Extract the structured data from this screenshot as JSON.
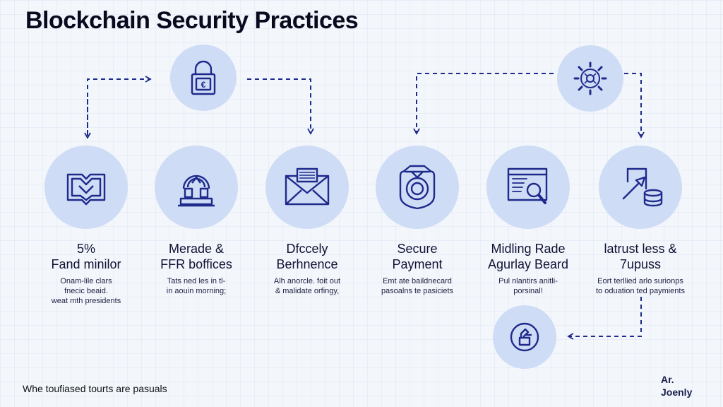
{
  "title": "Blockchain Security Practices",
  "colors": {
    "accent": "#1e2a8c",
    "circle_fill": "#cfdcf5",
    "background": "#f3f7fc"
  },
  "top_icons": [
    {
      "icon": "padlock-icon"
    },
    {
      "icon": "gear-network-icon"
    }
  ],
  "steps": [
    {
      "icon": "shield-book-icon",
      "title_lines": [
        "5%",
        "Fand minilor"
      ],
      "desc_lines": [
        "Onam-lile clars",
        "fnecic beaid.",
        "weat mth presidents"
      ]
    },
    {
      "icon": "helmet-server-icon",
      "title_lines": [
        "Merade &",
        "FFR boffices"
      ],
      "desc_lines": [
        "Tats ned les in tl-",
        "in aouin morning;"
      ]
    },
    {
      "icon": "envelope-keyboard-icon",
      "title_lines": [
        "Dfccely",
        "Berhnence"
      ],
      "desc_lines": [
        "Alh anorcle. foit out",
        "& malidate orfingy,"
      ]
    },
    {
      "icon": "secure-device-icon",
      "title_lines": [
        "Secure",
        "Payment"
      ],
      "desc_lines": [
        "Emt ate baildnecard",
        "pasoalns te pasiciets"
      ]
    },
    {
      "icon": "document-search-icon",
      "title_lines": [
        "Midling Rade",
        "Agurlay Beard"
      ],
      "desc_lines": [
        "Pul nlantirs anitli-",
        "porsinal!"
      ]
    },
    {
      "icon": "tools-coins-icon",
      "title_lines": [
        "latrust less &",
        "7upuss"
      ],
      "desc_lines": [
        "Eort terllied arlo surionps",
        "to oduation ted paymients"
      ]
    }
  ],
  "bottom_icon": {
    "icon": "coin-hand-icon"
  },
  "footnote": "Whe toufiased tourts are pasuals",
  "brand_lines": [
    "Ar.",
    "Joenly"
  ]
}
